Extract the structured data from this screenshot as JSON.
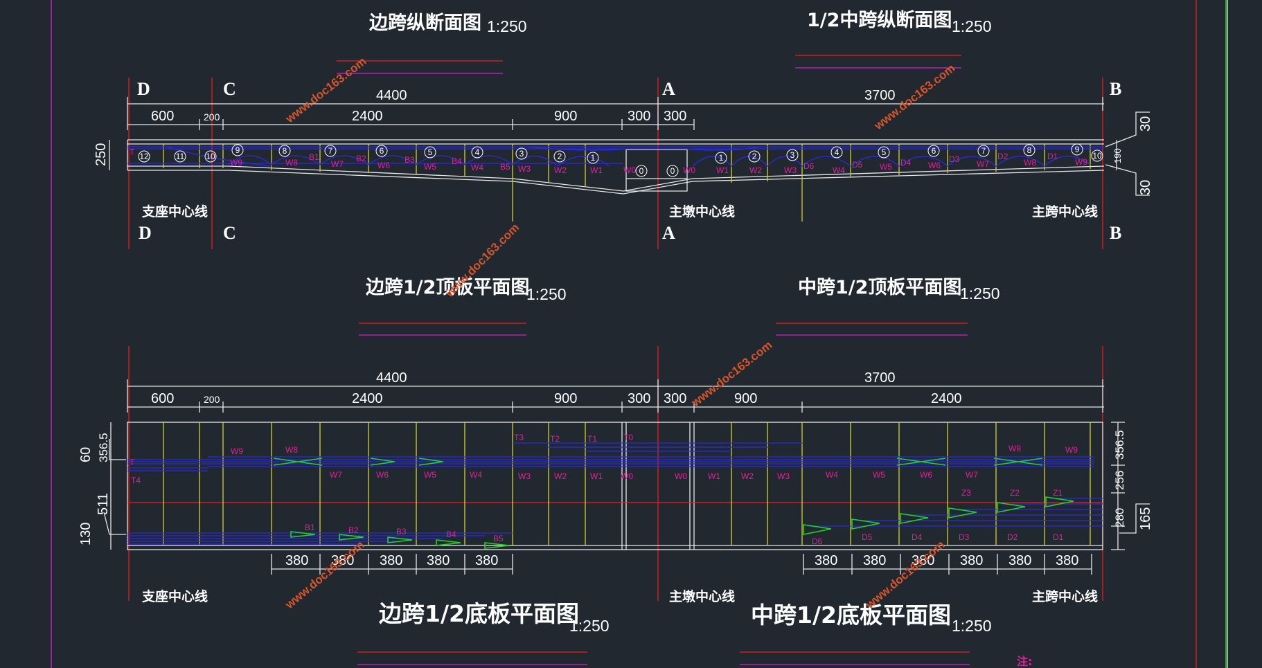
{
  "titles": {
    "side_long": "边跨纵断面图",
    "mid_long": "1/2中跨纵断面图",
    "side_top": "边跨1/2顶板平面图",
    "mid_top": "中跨1/2顶板平面图",
    "side_bottom": "边跨1/2底板平面图",
    "mid_bottom": "中跨1/2底板平面图",
    "scale": "1:250"
  },
  "axes": {
    "d": "D",
    "c": "C",
    "a": "A",
    "b": "B"
  },
  "centerlines": {
    "support": "支座中心线",
    "pier": "主墩中心线",
    "main_span": "主跨中心线"
  },
  "dims": {
    "total_side": "4400",
    "total_mid": "3700",
    "d600": "600",
    "d200": "200",
    "d2400": "2400",
    "d900": "900",
    "d300": "300",
    "d380": "380",
    "h250": "250",
    "h30": "30",
    "h190": "190",
    "h60": "60",
    "h3565": "356.5",
    "h130": "130",
    "h511": "511",
    "h256": "256",
    "h280": "280",
    "h165": "165"
  },
  "segments_side": [
    "12",
    "11",
    "10",
    "9",
    "8",
    "7",
    "6",
    "5",
    "4",
    "3",
    "2",
    "1",
    "0"
  ],
  "segments_mid": [
    "0",
    "1",
    "2",
    "3",
    "4",
    "5",
    "6",
    "7",
    "8",
    "9",
    "10"
  ],
  "tendons": {
    "web_side": [
      "W9",
      "W8",
      "W7",
      "W6",
      "W5",
      "W4",
      "W3",
      "W2",
      "W1",
      "W0"
    ],
    "web_mid": [
      "W0",
      "W1",
      "W2",
      "W3",
      "W4",
      "W5",
      "W6",
      "W7",
      "W8",
      "W9"
    ],
    "bottom_side": [
      "B1",
      "B2",
      "B3",
      "B4",
      "B5"
    ],
    "bottom_mid": [
      "D6",
      "D5",
      "D4",
      "D3",
      "D2",
      "D1"
    ],
    "top": [
      "T3",
      "T2",
      "T1",
      "T0"
    ],
    "z": [
      "Z3",
      "Z2",
      "Z1"
    ],
    "t": "T",
    "t4": "T4"
  },
  "note": "注:",
  "watermark": "www.doc163.com",
  "colors": {
    "background": "#212830",
    "outline": "#e8e8e8",
    "axis": "#ee1c1c",
    "segment": "#d6d229",
    "tendon": "#2a2ae8",
    "label": "#e0209a",
    "anchor": "#22d422"
  }
}
